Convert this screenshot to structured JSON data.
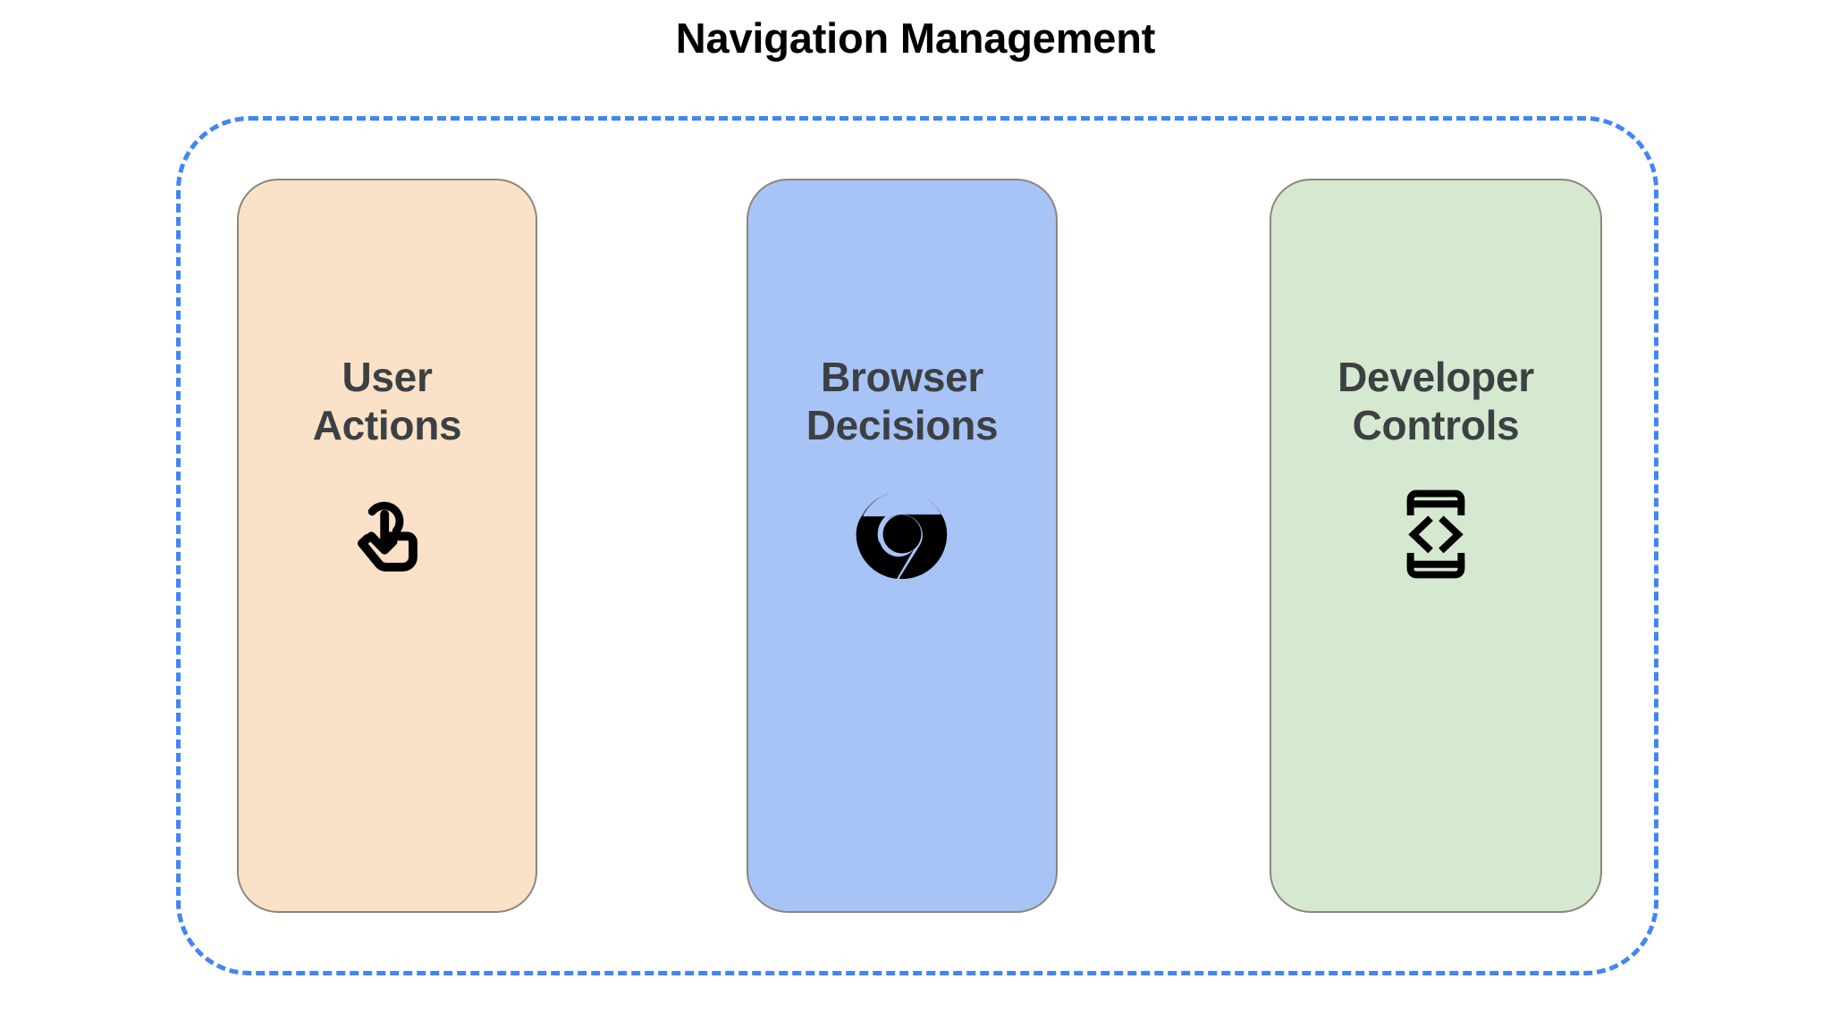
{
  "diagram": {
    "title": "Navigation Management",
    "title_color": "#000000",
    "container": {
      "name": "navigation-management-group",
      "border_style": "dashed",
      "border_color": "#4285f4"
    },
    "label_color": "#3c4043",
    "cards": [
      {
        "id": "user-actions",
        "label": "User\nActions",
        "label_line_1": "User",
        "label_line_2": "Actions",
        "fill_color": "#fae1c8",
        "border_color": "#8d857b",
        "icon": "touch-gesture-icon",
        "icon_color": "#000000"
      },
      {
        "id": "browser-decisions",
        "label": "Browser\nDecisions",
        "label_line_1": "Browser",
        "label_line_2": "Decisions",
        "fill_color": "#a8c3f5",
        "border_color": "#8d857b",
        "icon": "chrome-logo-icon",
        "icon_color": "#000000"
      },
      {
        "id": "developer-controls",
        "label": "Developer\nControls",
        "label_line_1": "Developer",
        "label_line_2": "Controls",
        "fill_color": "#d5e8d0",
        "border_color": "#8d857b",
        "icon": "developer-mode-icon",
        "icon_color": "#000000"
      }
    ]
  }
}
